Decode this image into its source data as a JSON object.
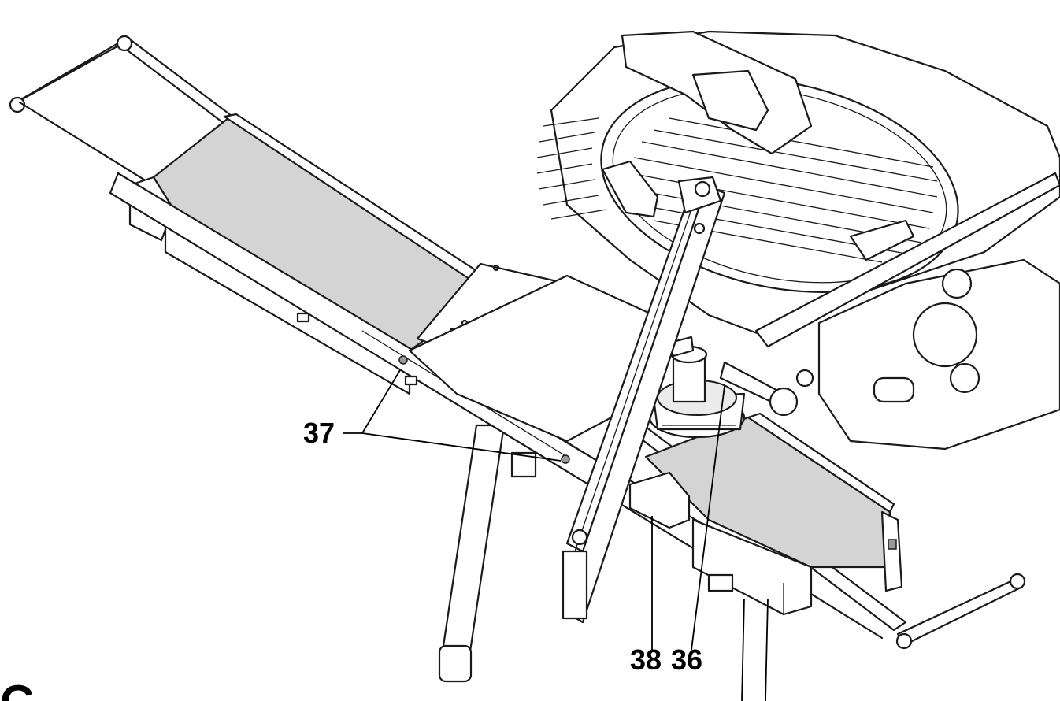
{
  "figure": {
    "letter": "C",
    "callouts": {
      "c37": "37",
      "c38": "38",
      "c36": "36"
    }
  }
}
